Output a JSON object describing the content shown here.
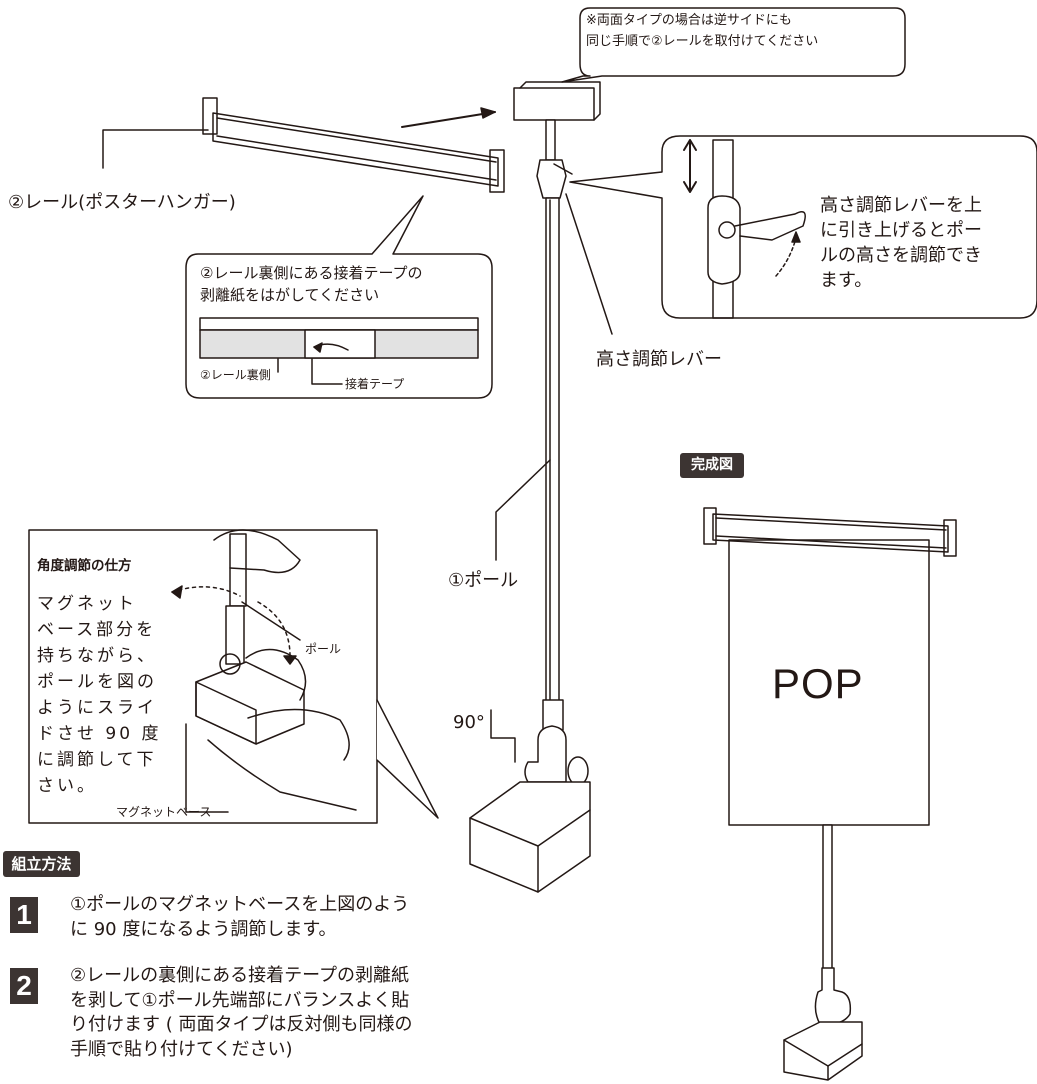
{
  "callouts": {
    "double_sided_note": [
      "※両面タイプの場合は逆サイドにも",
      "同じ手順で②レールを取付けてください"
    ],
    "rail_label": "②レール(ポスターハンガー)",
    "peel_note": [
      "②レール裏側にある接着テープの",
      "剥離紙をはがしてください"
    ],
    "rail_back_label": "②レール裏側",
    "tape_label": "接着テープ",
    "lever_description": [
      "高さ調節レバーを上",
      "に引き上げるとポー",
      "ルの高さを調節でき",
      "ます。"
    ],
    "lever_label": "高さ調節レバー",
    "pole_label": "①ポール",
    "angle_mark": "90°"
  },
  "angle_box": {
    "title": "角度調節の仕方",
    "description": [
      "マグネット",
      "ベース部分を",
      "持ちながら、",
      "ポールを図の",
      "ようにスライ",
      "ドさせ 90 度",
      "に調節して下",
      "さい。"
    ],
    "pole_tag": "ポール",
    "base_tag": "マグネットベース"
  },
  "completed": {
    "badge": "完成図",
    "pop_text": "POP"
  },
  "assembly": {
    "badge": "組立方法",
    "steps": [
      {
        "number": "1",
        "lines": [
          "①ポールのマグネットベースを上図のよう",
          "に 90 度になるよう調節します。"
        ]
      },
      {
        "number": "2",
        "lines": [
          "②レールの裏側にある接着テープの剥離紙",
          "を剥して①ポール先端部にバランスよく貼",
          "り付けます ( 両面タイプは反対側も同様の",
          "手順で貼り付けてください)"
        ]
      }
    ]
  }
}
